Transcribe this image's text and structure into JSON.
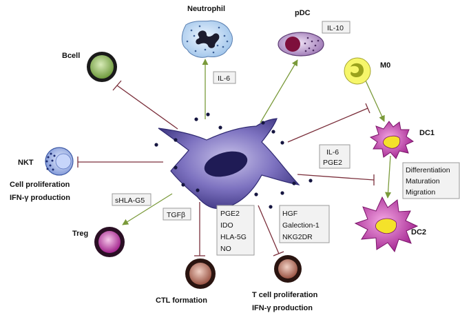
{
  "colors": {
    "stimulate": "#7a9a3a",
    "inhibit": "#7a2e3a",
    "msc_body": "#6a5fae",
    "dc_body": "#b23a9c",
    "box_fill": "#f2f2f2"
  },
  "cells": {
    "neutrophil": "Neutrophil",
    "pdc": "pDC",
    "bcell": "Bcell",
    "m0": "M0",
    "dc1": "DC1",
    "dc2": "DC2",
    "nkt": "NKT",
    "treg": "Treg",
    "ctl": "CTL formation",
    "tcell_1": "T cell proliferation",
    "tcell_2": "IFN-γ production"
  },
  "nkt_effects": [
    "Cell proliferation",
    "IFN-γ production"
  ],
  "factors": {
    "il6_neutrophil": "IL-6",
    "il10": "IL-10",
    "il6_pge2": [
      "IL-6",
      "PGE2"
    ],
    "dc_process": [
      "Differentiation",
      "Maturation",
      "Migration"
    ],
    "shla": "sHLA-G5",
    "tgfb": "TGFβ",
    "ctl_factors": [
      "PGE2",
      "IDO",
      "HLA-5G",
      "NO"
    ],
    "tcell_factors": [
      "HGF",
      "Galection-1",
      "NKG2DR"
    ]
  }
}
